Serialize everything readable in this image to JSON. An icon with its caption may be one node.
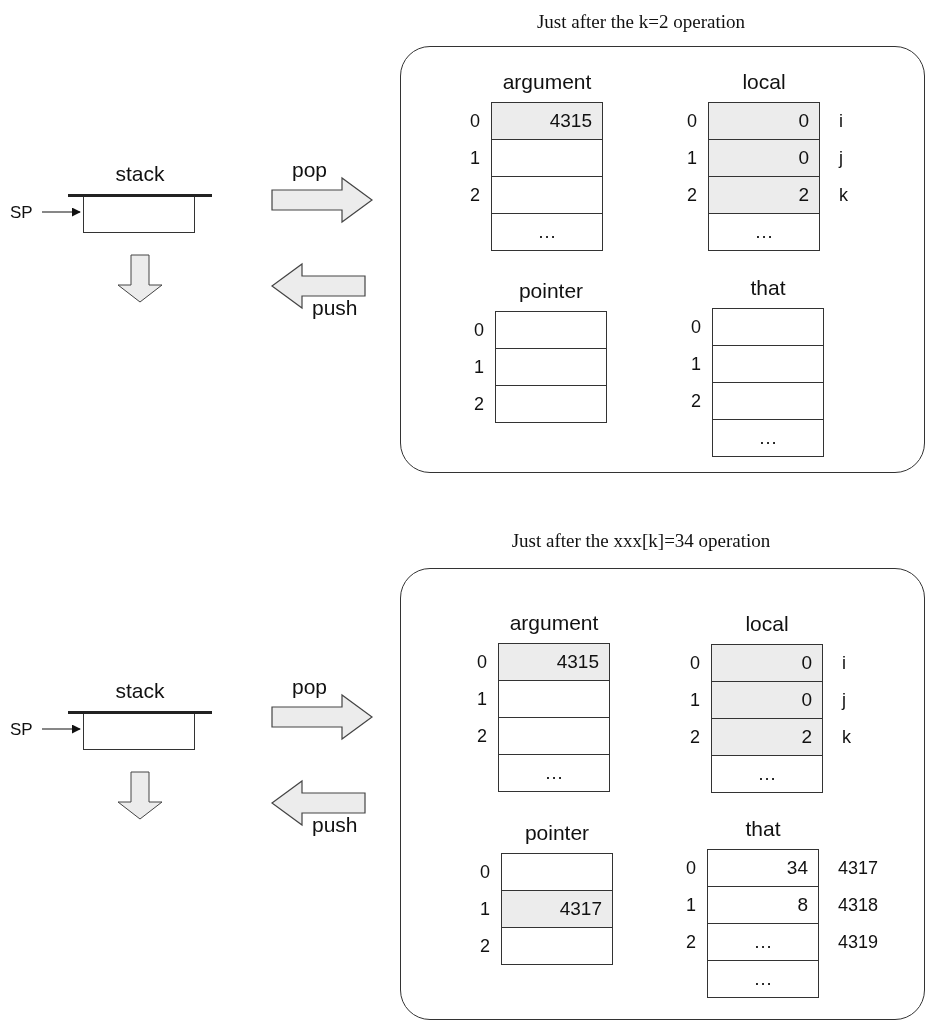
{
  "diagram": {
    "nodes": [
      {
        "text": [
          "SP"
        ]
      },
      {
        "text": [
          "stack"
        ]
      },
      {
        "text": [
          "Just after the k=2 operation"
        ]
      },
      {
        "text": [
          "argument"
        ],
        "in": 2
      },
      {
        "text": [
          "4315"
        ],
        "in": 3,
        "beside": [
          "0"
        ]
      },
      {
        "text": [],
        "shape": "box",
        "in": 3,
        "beside": [
          "1"
        ]
      },
      {
        "text": [],
        "shape": "box",
        "in": 3,
        "beside": [
          "2"
        ]
      },
      {
        "text": [
          "…"
        ],
        "in": 3
      },
      {
        "text": [
          "local"
        ],
        "in": 2
      },
      {
        "text": [
          "0"
        ],
        "in": 8,
        "beside": [
          "0",
          "i"
        ]
      },
      {
        "text": [
          "0"
        ],
        "in": 8,
        "beside": [
          "1",
          "j"
        ]
      },
      {
        "text": [
          "2"
        ],
        "in": 8,
        "beside": [
          "2",
          "k"
        ]
      },
      {
        "text": [
          "…"
        ],
        "in": 8
      },
      {
        "text": [
          "pointer"
        ],
        "in": 2
      },
      {
        "text": [],
        "shape": "box",
        "in": 13,
        "beside": [
          "0"
        ]
      },
      {
        "text": [],
        "shape": "box",
        "in": 13,
        "beside": [
          "1"
        ]
      },
      {
        "text": [],
        "shape": "box",
        "in": 13,
        "beside": [
          "2"
        ]
      },
      {
        "text": [
          "that"
        ],
        "in": 2
      },
      {
        "text": [],
        "shape": "box",
        "in": 17,
        "beside": [
          "0"
        ]
      },
      {
        "text": [],
        "shape": "box",
        "in": 17,
        "beside": [
          "1"
        ]
      },
      {
        "text": [],
        "shape": "box",
        "in": 17,
        "beside": [
          "2"
        ]
      },
      {
        "text": [
          "…"
        ],
        "in": 17
      },
      {
        "text": [
          "SP"
        ]
      },
      {
        "text": [
          "stack"
        ]
      },
      {
        "text": [
          "Just after the xxx[k]=34 operation"
        ]
      },
      {
        "text": [
          "argument"
        ],
        "in": 24
      },
      {
        "text": [
          "4315"
        ],
        "in": 25,
        "beside": [
          "0"
        ]
      },
      {
        "text": [],
        "shape": "box",
        "in": 25,
        "beside": [
          "1"
        ]
      },
      {
        "text": [],
        "shape": "box",
        "in": 25,
        "beside": [
          "2"
        ]
      },
      {
        "text": [
          "…"
        ],
        "in": 25
      },
      {
        "text": [
          "local"
        ],
        "in": 24
      },
      {
        "text": [
          "0"
        ],
        "in": 30,
        "beside": [
          "0",
          "i"
        ]
      },
      {
        "text": [
          "0"
        ],
        "in": 30,
        "beside": [
          "1",
          "j"
        ]
      },
      {
        "text": [
          "2"
        ],
        "in": 30,
        "beside": [
          "2",
          "k"
        ]
      },
      {
        "text": [
          "…"
        ],
        "in": 30
      },
      {
        "text": [
          "pointer"
        ],
        "in": 24
      },
      {
        "text": [],
        "shape": "box",
        "in": 35,
        "beside": [
          "0"
        ]
      },
      {
        "text": [
          "4317"
        ],
        "in": 35,
        "beside": [
          "1"
        ]
      },
      {
        "text": [],
        "shape": "box",
        "in": 35,
        "beside": [
          "2"
        ]
      },
      {
        "text": [
          "that"
        ],
        "in": 24
      },
      {
        "text": [
          "34"
        ],
        "in": 39,
        "beside": [
          "0",
          "4317"
        ]
      },
      {
        "text": [
          "8"
        ],
        "in": 39,
        "beside": [
          "1",
          "4318"
        ]
      },
      {
        "text": [
          "…"
        ],
        "in": 39,
        "beside": [
          "2",
          "4319"
        ]
      },
      {
        "text": [
          "…"
        ],
        "in": 39
      }
    ],
    "edges": [
      {
        "from": 0,
        "to": 1,
        "arrow": "to"
      },
      {
        "from": 1,
        "to": 2,
        "arrow": "to",
        "label": "pop"
      },
      {
        "from": 2,
        "to": 1,
        "arrow": "to",
        "label": "push"
      },
      {
        "from": 22,
        "to": 23,
        "arrow": "to"
      },
      {
        "from": 23,
        "to": 24,
        "arrow": "to",
        "label": "pop"
      },
      {
        "from": 24,
        "to": 23,
        "arrow": "to",
        "label": "push"
      }
    ]
  }
}
